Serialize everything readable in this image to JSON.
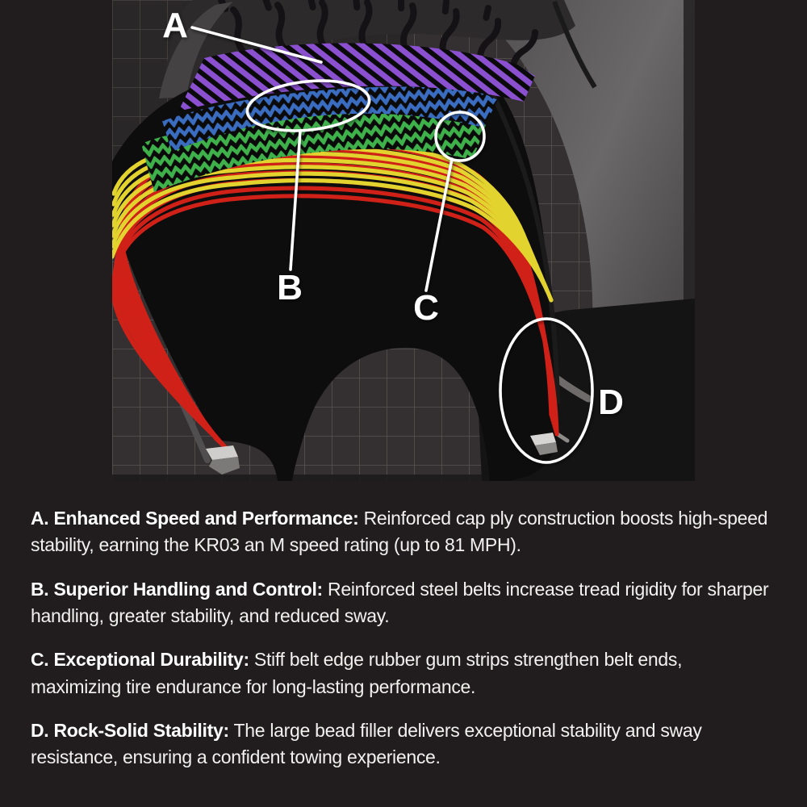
{
  "diagram": {
    "markers": [
      {
        "letter": "A"
      },
      {
        "letter": "B"
      },
      {
        "letter": "C"
      },
      {
        "letter": "D"
      }
    ],
    "colors": {
      "background": "#343031",
      "grid": "#57534f",
      "cap_ply_purple": "#8a50cf",
      "steel_belt_blue": "#3a6cc0",
      "belt_green": "#3fb14b",
      "ply_yellow": "#e3d32e",
      "ply_red": "#d02118",
      "sidewall_gray": "#6a6868",
      "annotation_white": "#ffffff"
    }
  },
  "callouts": [
    {
      "letter": "A",
      "title": "A. Enhanced Speed and Performance:",
      "body": "Reinforced cap ply construction boosts high-speed stability, earning the KR03 an M speed rating (up to 81 MPH)."
    },
    {
      "letter": "B",
      "title": "B. Superior Handling and Control:",
      "body": "Reinforced steel belts increase tread rigidity for sharper handling, greater stability, and reduced sway."
    },
    {
      "letter": "C",
      "title": "C. Exceptional Durability:",
      "body": "Stiff belt edge rubber gum strips strengthen belt ends, maximizing tire endurance for long-lasting performance."
    },
    {
      "letter": "D",
      "title": "D. Rock-Solid Stability:",
      "body": "The large bead filler delivers exceptional stability and sway resistance, ensuring a confident towing experience."
    }
  ]
}
